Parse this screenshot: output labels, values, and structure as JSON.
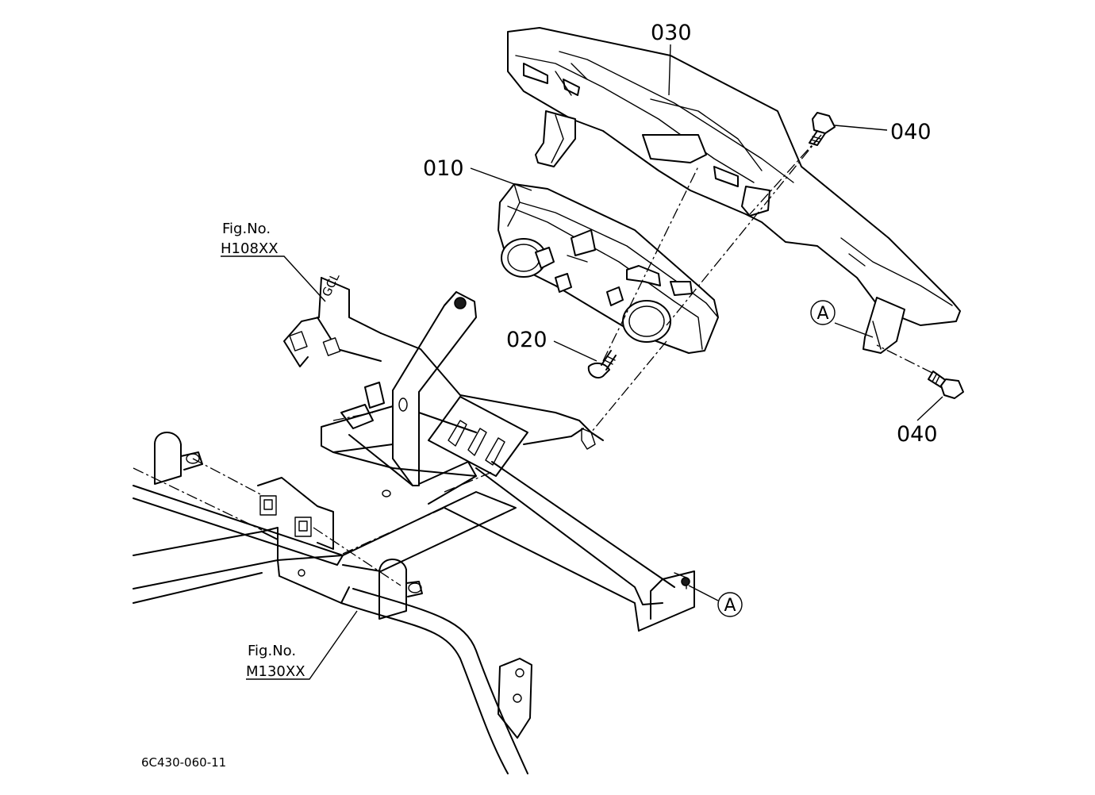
{
  "callouts": {
    "p030": "030",
    "p040_top": "040",
    "p010": "010",
    "p020": "020",
    "p040_bottom": "040",
    "ref_a_right": "A",
    "ref_a_bottom": "A"
  },
  "fig_refs": {
    "h108": {
      "line1": "Fig.No.",
      "line2": "H108XX"
    },
    "m130": {
      "line1": "Fig.No.",
      "line2": "M130XX"
    }
  },
  "drawing_code": "6C430-060-11"
}
